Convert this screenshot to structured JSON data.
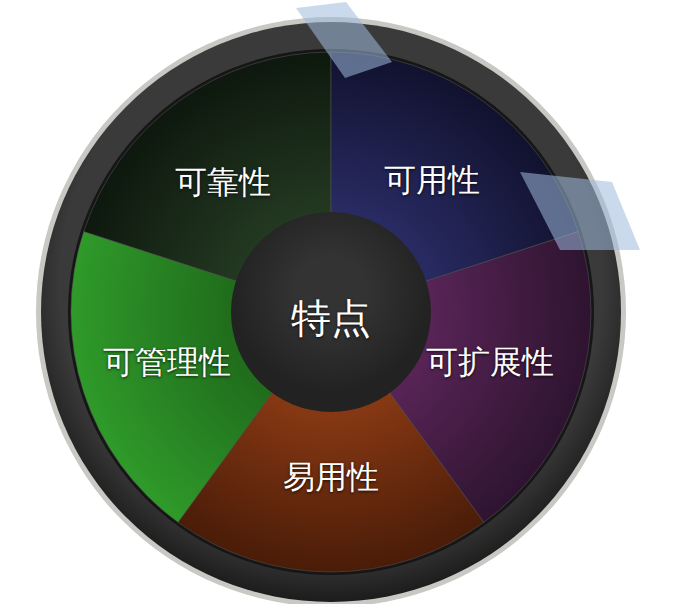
{
  "diagram": {
    "nodes": [
      {
        "text": [
          "可靠性"
        ]
      },
      {
        "text": [
          "可用性"
        ]
      },
      {
        "text": [
          "特点"
        ]
      },
      {
        "text": [
          "可管理性"
        ]
      },
      {
        "text": [
          "可扩展性"
        ]
      },
      {
        "text": [
          "易用性"
        ]
      }
    ]
  }
}
